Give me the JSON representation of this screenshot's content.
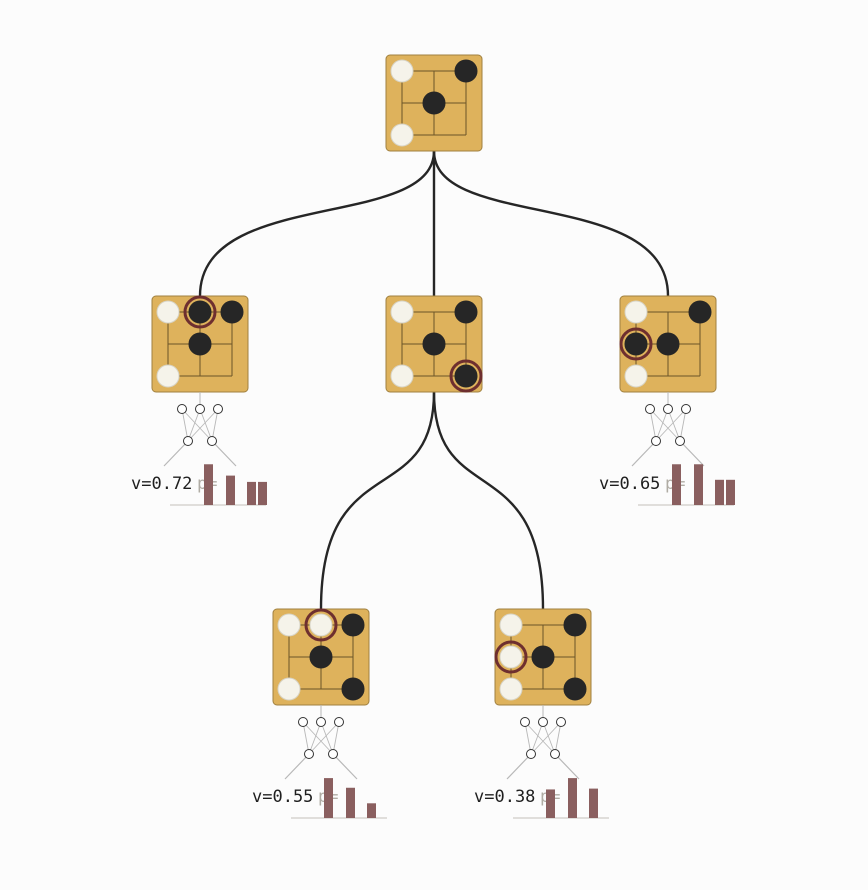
{
  "colors": {
    "background": "#fcfcfc",
    "board_fill": "#deb25c",
    "board_border": "#a08040",
    "grid_line": "#6b5428",
    "black_stone": "#262626",
    "white_stone": "#f5f3ea",
    "last_move_ring": "#6e2f2f",
    "edge": "#262626",
    "value_text": "#1f1f1f",
    "p_text": "#b0aca4",
    "bar": "#8a5f5f",
    "net_line": "#b8b8b8"
  },
  "nodes": [
    {
      "id": "root",
      "stones": [
        {
          "row": 0,
          "col": 0,
          "color": "white"
        },
        {
          "row": 0,
          "col": 2,
          "color": "black"
        },
        {
          "row": 1,
          "col": 1,
          "color": "black"
        },
        {
          "row": 2,
          "col": 0,
          "color": "white"
        }
      ],
      "last_move": null
    },
    {
      "id": "child-1",
      "stones": [
        {
          "row": 0,
          "col": 0,
          "color": "white"
        },
        {
          "row": 0,
          "col": 1,
          "color": "black"
        },
        {
          "row": 0,
          "col": 2,
          "color": "black"
        },
        {
          "row": 1,
          "col": 1,
          "color": "black"
        },
        {
          "row": 2,
          "col": 0,
          "color": "white"
        }
      ],
      "last_move": {
        "row": 0,
        "col": 1
      },
      "value_text": "v=0.72",
      "p_text": "p=",
      "policy": [
        0.97,
        0.7,
        0.55,
        0.55
      ]
    },
    {
      "id": "child-2",
      "stones": [
        {
          "row": 0,
          "col": 0,
          "color": "white"
        },
        {
          "row": 0,
          "col": 2,
          "color": "black"
        },
        {
          "row": 1,
          "col": 1,
          "color": "black"
        },
        {
          "row": 2,
          "col": 0,
          "color": "white"
        },
        {
          "row": 2,
          "col": 2,
          "color": "black"
        }
      ],
      "last_move": {
        "row": 2,
        "col": 2
      }
    },
    {
      "id": "child-3",
      "stones": [
        {
          "row": 0,
          "col": 0,
          "color": "white"
        },
        {
          "row": 0,
          "col": 2,
          "color": "black"
        },
        {
          "row": 1,
          "col": 0,
          "color": "black"
        },
        {
          "row": 1,
          "col": 1,
          "color": "black"
        },
        {
          "row": 2,
          "col": 0,
          "color": "white"
        }
      ],
      "last_move": {
        "row": 1,
        "col": 0
      },
      "value_text": "v=0.65",
      "p_text": "p=",
      "policy": [
        0.97,
        0.97,
        0.6,
        0.6
      ]
    },
    {
      "id": "grandchild-1",
      "stones": [
        {
          "row": 0,
          "col": 0,
          "color": "white"
        },
        {
          "row": 0,
          "col": 1,
          "color": "white"
        },
        {
          "row": 0,
          "col": 2,
          "color": "black"
        },
        {
          "row": 1,
          "col": 1,
          "color": "black"
        },
        {
          "row": 2,
          "col": 0,
          "color": "white"
        },
        {
          "row": 2,
          "col": 2,
          "color": "black"
        }
      ],
      "last_move": {
        "row": 0,
        "col": 1
      },
      "value_text": "v=0.55",
      "p_text": "p=",
      "policy": [
        0.95,
        0.72,
        0.35
      ]
    },
    {
      "id": "grandchild-2",
      "stones": [
        {
          "row": 0,
          "col": 0,
          "color": "white"
        },
        {
          "row": 0,
          "col": 2,
          "color": "black"
        },
        {
          "row": 1,
          "col": 0,
          "color": "white"
        },
        {
          "row": 1,
          "col": 1,
          "color": "black"
        },
        {
          "row": 2,
          "col": 0,
          "color": "white"
        },
        {
          "row": 2,
          "col": 2,
          "color": "black"
        }
      ],
      "last_move": {
        "row": 1,
        "col": 0
      },
      "value_text": "v=0.38",
      "p_text": "p=",
      "policy": [
        0.68,
        0.95,
        0.7
      ]
    }
  ],
  "edges": [
    {
      "from": "root",
      "to": "child-1"
    },
    {
      "from": "root",
      "to": "child-2"
    },
    {
      "from": "root",
      "to": "child-3"
    },
    {
      "from": "child-2",
      "to": "grandchild-1"
    },
    {
      "from": "child-2",
      "to": "grandchild-2"
    }
  ]
}
